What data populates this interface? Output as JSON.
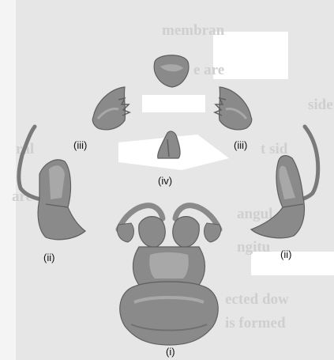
{
  "colors": {
    "page": "#ffffff",
    "book_scan": "#d9d9d9",
    "book_text": "#bfbfbf",
    "part_fill": "#8a8a8a",
    "part_shade": "#5f5f5f",
    "part_light": "#a8a8a8"
  },
  "background_text": [
    "membran",
    "e are",
    "side",
    "ral",
    "t sid",
    "are",
    "angul",
    "ngitu",
    "ected dow",
    "is formed"
  ],
  "labels": {
    "labium": "(i)",
    "maxilla_left": "(ii)",
    "maxilla_right": "(ii)",
    "mandible_left": "(iii)",
    "mandible_right": "(iii)",
    "hypopharynx": "(iv)"
  }
}
